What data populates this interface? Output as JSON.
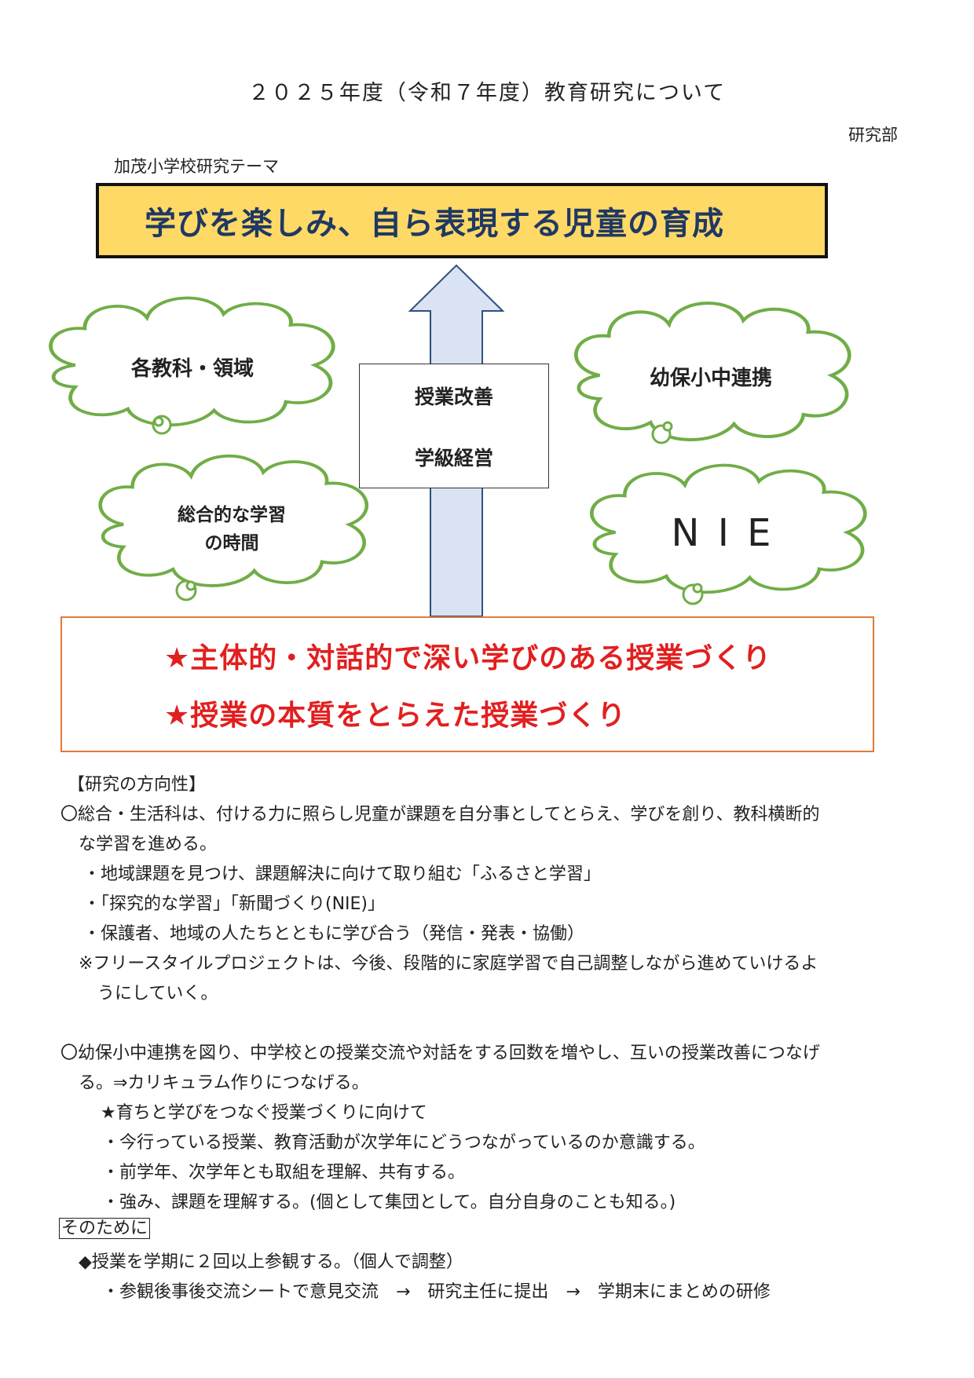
{
  "header": {
    "title": "２０２５年度（令和７年度）教育研究について",
    "department": "研究部"
  },
  "theme": {
    "label": "加茂小学校研究テーマ",
    "text": "学びを楽しみ、自ら表現する児童の育成"
  },
  "clouds": {
    "subjects": "各教科・領域",
    "liaison": "幼保小中連携",
    "integrated_line1": "総合的な学習",
    "integrated_line2": "の時間",
    "nie": "N I E"
  },
  "center": {
    "line1": "授業改善",
    "line2": "学級経営"
  },
  "goals": {
    "line1": "★主体的・対話的で深い学びのある授業づくり",
    "line2": "★授業の本質をとらえた授業づくり"
  },
  "body": {
    "heading": "【研究の方向性】",
    "p1_line1": "〇総合・生活科は、付ける力に照らし児童が課題を自分事としてとらえ、学びを創り、教科横断的",
    "p1_line2": "な学習を進める。",
    "b1": "・地域課題を見つけ、課題解決に向けて取り組む「ふるさと学習」",
    "b2": "・「探究的な学習」「新聞づくり(NIE)」",
    "b3": "・保護者、地域の人たちとともに学び合う（発信・発表・協働）",
    "note1": "※フリースタイルプロジェクトは、今後、段階的に家庭学習で自己調整しながら進めていけるよ",
    "note2": "うにしていく。",
    "p2_line1": "〇幼保小中連携を図り、中学校との授業交流や対話をする回数を増やし、互いの授業改善につなげ",
    "p2_line2": "る。⇒カリキュラム作りにつなげる。",
    "star": "★育ちと学びをつなぐ授業づくりに向けて",
    "c1": "・今行っている授業、教育活動が次学年にどうつながっているのか意識する。",
    "c2": "・前学年、次学年とも取組を理解、共有する。",
    "c3": "・強み、課題を理解する。(個として集団として。自分自身のことも知る。)",
    "boxed": "そのために",
    "diamond": "◆授業を学期に２回以上参観する。（個人で調整）",
    "last": "・参観後事後交流シートで意見交流　→　研究主任に提出　→　学期末にまとめの研修"
  },
  "colors": {
    "theme_fill": "#ffd966",
    "theme_text": "#1f3864",
    "arrow_fill": "#dae3f3",
    "cloud_stroke": "#70ad47",
    "goal_border": "#e07b39",
    "goal_text": "#e21f1f"
  }
}
